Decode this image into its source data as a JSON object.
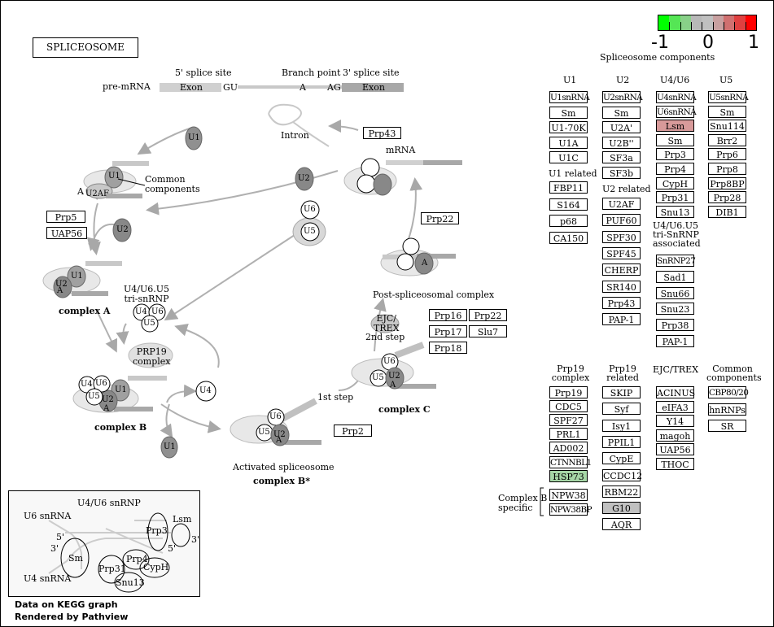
{
  "title": "SPLICEOSOME",
  "legend": {
    "min_label": "-1",
    "mid_label": "0",
    "max_label": "1",
    "caption": "Spliceosome components",
    "colors": [
      "#00ff00",
      "#55e655",
      "#88d088",
      "#b8b8b8",
      "#c0c0c0",
      "#c8a0a0",
      "#d07070",
      "#e04040",
      "#ff0000"
    ]
  },
  "pre_mrna": {
    "label": "pre-mRNA",
    "five_prime_site": "5' splice site",
    "branch_point": "Branch point",
    "three_prime_site": "3' splice site",
    "exon1": "Exon",
    "exon2": "Exon",
    "gu": "GU",
    "a": "A",
    "ag": "AG"
  },
  "cycle": {
    "intron": "Intron",
    "mrna": "mRNA",
    "common_components": "Common\ncomponents",
    "complex_a": "complex A",
    "complex_b": "complex B",
    "complex_b_star": "complex B*",
    "complex_c": "complex C",
    "activated_spliceosome": "Activated spliceosome",
    "post_spliceosomal": "Post-spliceosomal complex",
    "tri_snrnp": "U4/U6.U5\ntri-snRNP",
    "prp19_complex": "PRP19\ncomplex",
    "ejc_trex": "EJC/\nTREX",
    "second_step": "2nd step",
    "first_step": "1st step",
    "u2af": "U2AF",
    "a": "A"
  },
  "particles": {
    "u1": "U1",
    "u2": "U2",
    "u4": "U4",
    "u5": "U5",
    "u6": "U6"
  },
  "cycle_boxes": {
    "prp5": "Prp5",
    "uap56": "UAP56",
    "prp43": "Prp43",
    "prp22_top": "Prp22",
    "prp16": "Prp16",
    "prp22": "Prp22",
    "prp17": "Prp17",
    "slu7": "Slu7",
    "prp18": "Prp18",
    "prp2": "Prp2"
  },
  "inset": {
    "title": "U4/U6 snRNP",
    "u6_snrna": "U6 snRNA",
    "u4_snrna": "U4 snRNA",
    "five_p": "5'",
    "three_p_a": "3'",
    "three_p_b": "3'",
    "five_p_b": "5'",
    "lsm": "Lsm",
    "prp3": "Prp3",
    "prp4": "Prp4",
    "sm": "Sm",
    "prp31": "Prp31",
    "cyph": "CypH",
    "snu13": "Snu13"
  },
  "columns": {
    "u1_header": "U1",
    "u2_header": "U2",
    "u4u6_header": "U4/U6",
    "u5_header": "U5",
    "u1_items": [
      "U1snRNA",
      "Sm",
      "U1-70K",
      "U1A",
      "U1C"
    ],
    "u1_related_header": "U1 related",
    "u1_related": [
      "FBP11",
      "S164",
      "p68",
      "CA150"
    ],
    "u2_items": [
      "U2snRNA",
      "Sm",
      "U2A'",
      "U2B''",
      "SF3a",
      "SF3b"
    ],
    "u2_related_header": "U2 related",
    "u2_related": [
      "U2AF",
      "PUF60",
      "SPF30",
      "SPF45",
      "CHERP",
      "SR140",
      "Prp43",
      "PAP-1"
    ],
    "u4u6_items": [
      "U4snRNA",
      "U6snRNA",
      "Lsm",
      "Sm",
      "Prp3",
      "Prp4",
      "CypH",
      "Prp31",
      "Snu13"
    ],
    "tri_header": "U4/U6.U5\ntri-SnRNP\nassociated",
    "tri_items": [
      "SnRNP27",
      "Sad1",
      "Snu66"
    ],
    "tri_extra": [
      "Snu23",
      "Prp38",
      "PAP-1"
    ],
    "u5_items": [
      "U5snRNA",
      "Sm",
      "Snu114",
      "Brr2",
      "Prp6",
      "Prp8",
      "Prp8BP",
      "Prp28",
      "DIB1"
    ],
    "prp19_header": "Prp19\ncomplex",
    "prp19_items": [
      "Prp19",
      "CDC5",
      "SPF27",
      "PRL1",
      "AD002",
      "CTNNBL1",
      "HSP73"
    ],
    "complex_b_specific": "Complex B\nspecific",
    "complex_b_items": [
      "NPW38",
      "NPW38BP"
    ],
    "prp19_related_header": "Prp19\nrelated",
    "prp19_related": [
      "SKIP",
      "Syf",
      "Isy1",
      "PPIL1",
      "CypE",
      "CCDC12",
      "RBM22",
      "G10",
      "AQR"
    ],
    "ejc_header": "EJC/TREX",
    "ejc_items": [
      "ACINUS",
      "eIFA3",
      "Y14",
      "magoh",
      "UAP56",
      "THOC"
    ],
    "common_header": "Common\ncomponents",
    "common_items": [
      "CBP80/20",
      "hnRNPs",
      "SR"
    ]
  },
  "highlight_colors": {
    "lsm": "#d89a9a",
    "hsp73": "#a6d6a6",
    "g10": "#c0c0c0"
  },
  "footer": {
    "line1": "Data on KEGG graph",
    "line2": "Rendered by Pathview"
  }
}
